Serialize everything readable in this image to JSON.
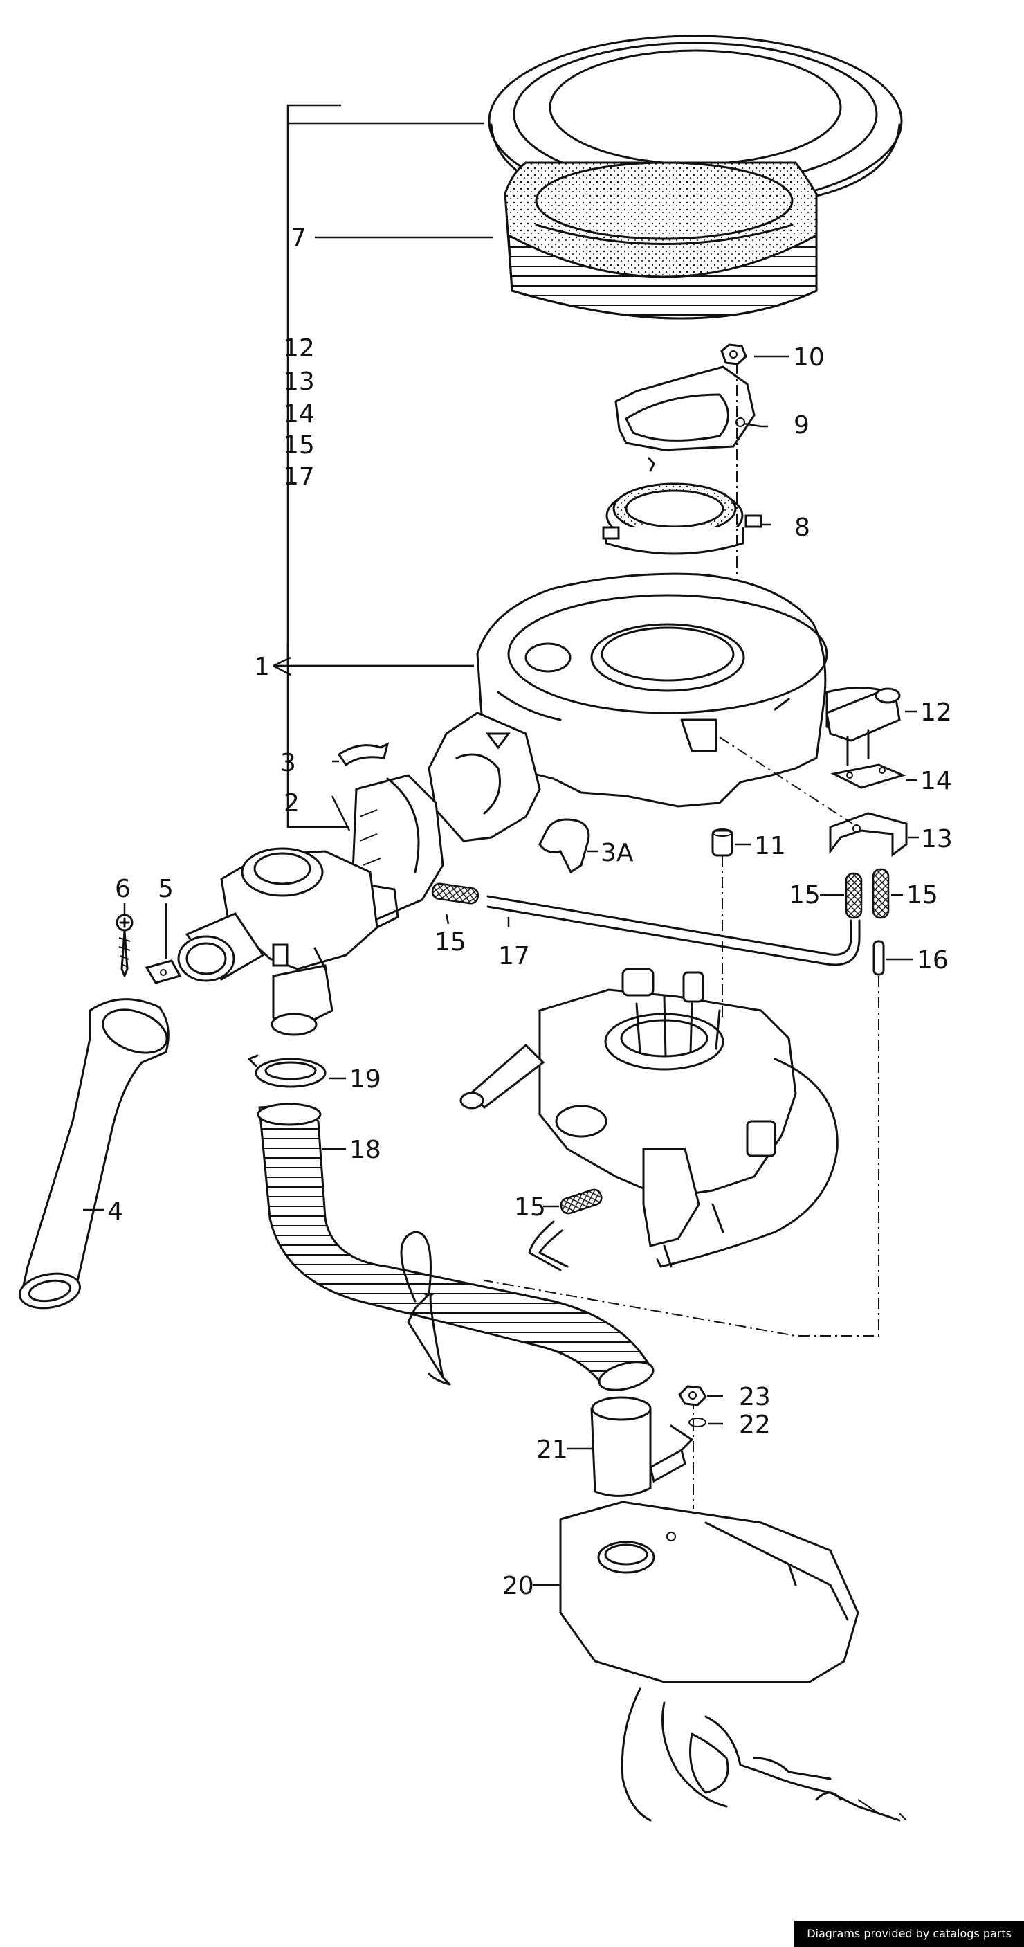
{
  "diagram": {
    "callouts": {
      "c1": "1",
      "c2": "2",
      "c3": "3",
      "c3a": "3A",
      "c4": "4",
      "c5": "5",
      "c6": "6",
      "c7": "7",
      "c8": "8",
      "c9": "9",
      "c10": "10",
      "c11": "11",
      "c12": "12",
      "c13": "13",
      "c14": "14",
      "c15a": "15",
      "c15b": "15",
      "c15c": "15",
      "c15d": "15",
      "c16": "16",
      "c17": "17",
      "c18": "18",
      "c19": "19",
      "c20": "20",
      "c21": "21",
      "c22": "22",
      "c23": "23",
      "list12": "12",
      "list13": "13",
      "list14": "14",
      "list15": "15",
      "list17": "17"
    }
  },
  "footer": {
    "credit": "Diagrams provided by catalogs parts"
  }
}
